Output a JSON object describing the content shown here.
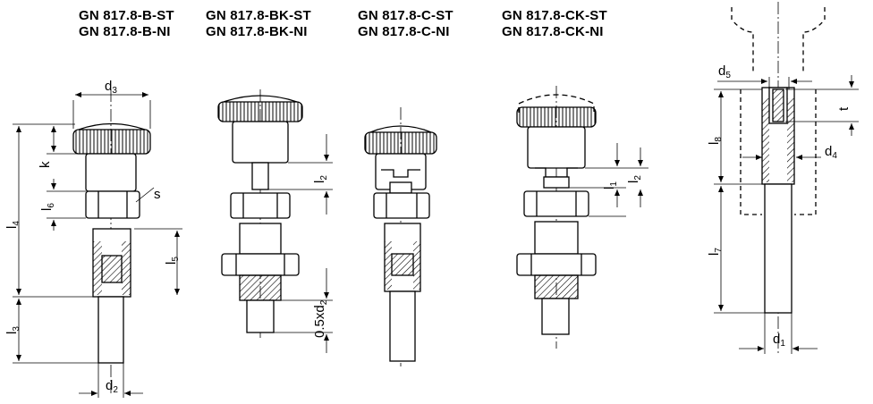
{
  "titles": [
    {
      "line1": "GN 817.8-B-ST",
      "line2": "GN 817.8-B-NI"
    },
    {
      "line1": "GN 817.8-BK-ST",
      "line2": "GN 817.8-BK-NI"
    },
    {
      "line1": "GN 817.8-C-ST",
      "line2": "GN 817.8-C-NI"
    },
    {
      "line1": "GN 817.8-CK-ST",
      "line2": "GN 817.8-CK-NI"
    }
  ],
  "dimensions": {
    "d3": {
      "base": "d",
      "sub": "3"
    },
    "d2": {
      "base": "d",
      "sub": "2"
    },
    "d5": {
      "base": "d",
      "sub": "5"
    },
    "d4": {
      "base": "d",
      "sub": "4"
    },
    "d1": {
      "base": "d",
      "sub": "1"
    },
    "k": "k",
    "s": "s",
    "l6": {
      "base": "l",
      "sub": "6"
    },
    "l4": {
      "base": "l",
      "sub": "4"
    },
    "l5": {
      "base": "l",
      "sub": "5"
    },
    "l3": {
      "base": "l",
      "sub": "3"
    },
    "l2_bk": {
      "base": "l",
      "sub": "2"
    },
    "half_d2": {
      "base": "0.5xd",
      "sub": "2"
    },
    "l1": {
      "base": "l",
      "sub": "1"
    },
    "l2_ck": {
      "base": "l",
      "sub": "2"
    },
    "l8": {
      "base": "l",
      "sub": "8"
    },
    "l7": {
      "base": "l",
      "sub": "7"
    },
    "t": "t"
  },
  "colors": {
    "line": "#000000",
    "background": "#ffffff",
    "hatch": "#000000"
  }
}
